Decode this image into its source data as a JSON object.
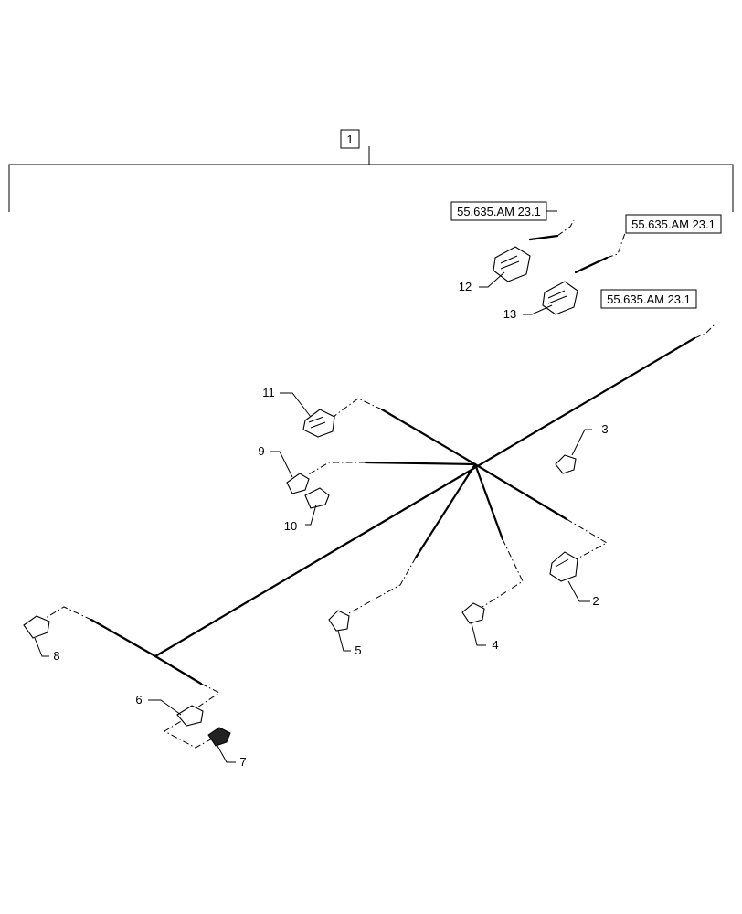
{
  "assembly_label": "1",
  "references": [
    {
      "text": "55.635.AM 23.1"
    },
    {
      "text": "55.635.AM 23.1"
    },
    {
      "text": "55.635.AM 23.1"
    }
  ],
  "callouts": {
    "c2": "2",
    "c3": "3",
    "c4": "4",
    "c5": "5",
    "c6": "6",
    "c7": "7",
    "c8": "8",
    "c9": "9",
    "c10": "10",
    "c11": "11",
    "c12": "12",
    "c13": "13"
  }
}
